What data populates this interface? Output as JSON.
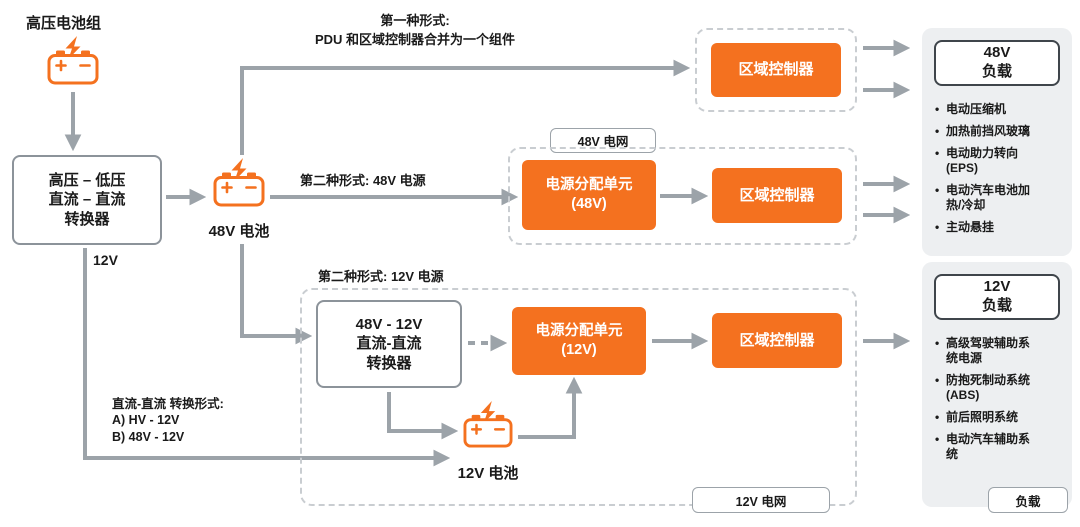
{
  "colors": {
    "orange": "#F4711F",
    "arrow_gray": "#9CA3A9",
    "panel_gray": "#EDEFF1"
  },
  "hv_battery_label": "高压电池组",
  "converter_hv": "高压 – 低压\n直流 – 直流\n转换器",
  "battery_48v_label": "48V 电池",
  "battery_12v_label": "12V 电池",
  "note_form1": "第一种形式:\nPDU 和区域控制器合并为一个组件",
  "note_form2_48v": "第二种形式: 48V 电源",
  "note_form2_12v": "第二种形式: 12V 电源",
  "note_12v": "12V",
  "note_dcdc_forms": "直流-直流 转换形式:\nA) HV - 12V\nB) 48V - 12V",
  "zone_controller_top": "区域控制器",
  "grid_48v": {
    "tag": "48V 电网",
    "pdu": "电源分配单元\n(48V)",
    "zone_controller": "区域控制器"
  },
  "grid_12v": {
    "tag": "12V 电网",
    "pdu": "电源分配单元\n(12V)",
    "zone_controller": "区域控制器"
  },
  "converter_48_12": "48V - 12V\n直流-直流\n转换器",
  "loads_48v": {
    "title": "48V\n负载",
    "items": [
      "电动压缩机",
      "加热前挡风玻璃",
      "电动助力转向\n(EPS)",
      "电动汽车电池加\n热/冷却",
      "主动悬挂"
    ]
  },
  "loads_12v": {
    "title": "12V\n负载",
    "items": [
      "高级驾驶辅助系\n统电源",
      "防抱死制动系统\n(ABS)",
      "前后照明系统",
      "电动汽车辅助系\n统"
    ]
  },
  "loads_tag": "负载"
}
